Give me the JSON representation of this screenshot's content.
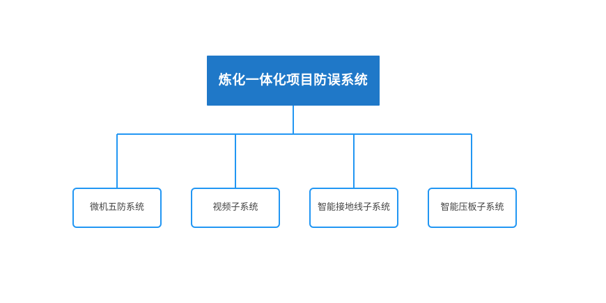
{
  "diagram": {
    "type": "organization-chart",
    "background_color": "#ffffff",
    "connector_color": "#2196f3",
    "root": {
      "label": "炼化一体化项目防误系统",
      "fill_color": "#1f78c8",
      "text_color": "#ffffff"
    },
    "children": [
      {
        "label": "微机五防系统",
        "fill_color": "#ffffff",
        "border_color": "#2196f3",
        "text_color": "#444444"
      },
      {
        "label": "视频子系统",
        "fill_color": "#ffffff",
        "border_color": "#2196f3",
        "text_color": "#444444"
      },
      {
        "label": "智能接地线子系统",
        "fill_color": "#ffffff",
        "border_color": "#2196f3",
        "text_color": "#444444"
      },
      {
        "label": "智能压板子系统",
        "fill_color": "#ffffff",
        "border_color": "#2196f3",
        "text_color": "#444444"
      }
    ]
  }
}
